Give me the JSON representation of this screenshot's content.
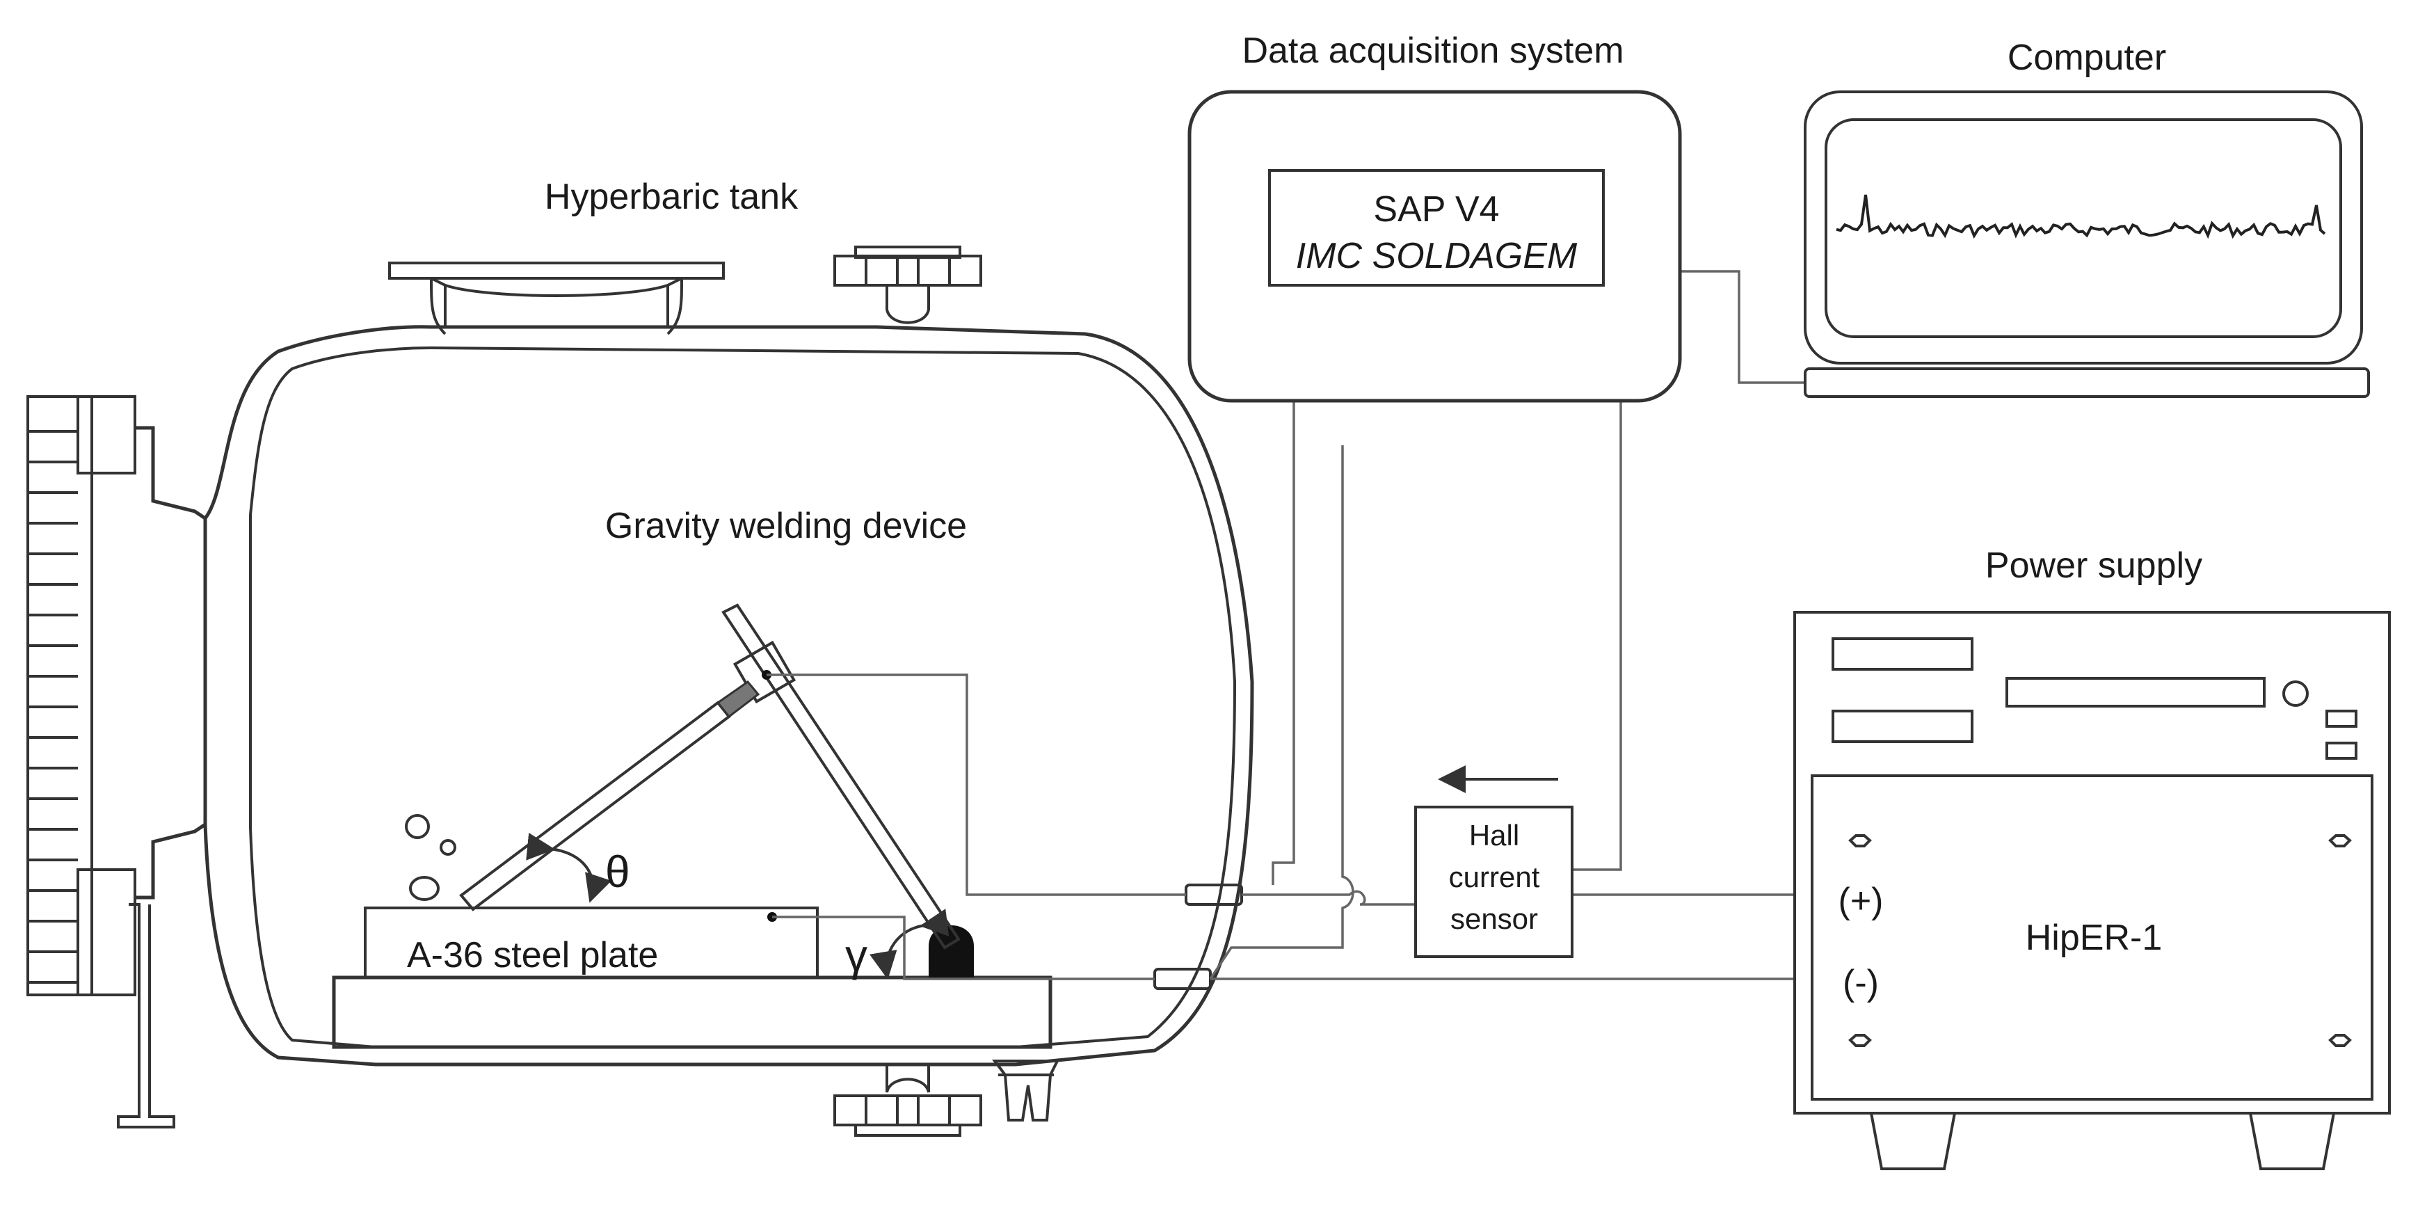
{
  "labels": {
    "hyperbaric_tank": "Hyperbaric tank",
    "gravity_welding_device": "Gravity welding device",
    "steel_plate": "A-36 steel plate",
    "theta": "θ",
    "gamma": "γ",
    "data_acquisition_system": "Data acquisition system",
    "sap_line1": "SAP V4",
    "sap_line2": "IMC SOLDAGEM",
    "computer": "Computer",
    "power_supply": "Power supply",
    "hall_line1": "Hall",
    "hall_line2": "current",
    "hall_line3": "sensor",
    "positive": "(+)",
    "negative": "(-)",
    "supply_model": "HipER-1"
  },
  "colors": {
    "line": "#333333",
    "wire": "#666666",
    "background": "#ffffff"
  }
}
